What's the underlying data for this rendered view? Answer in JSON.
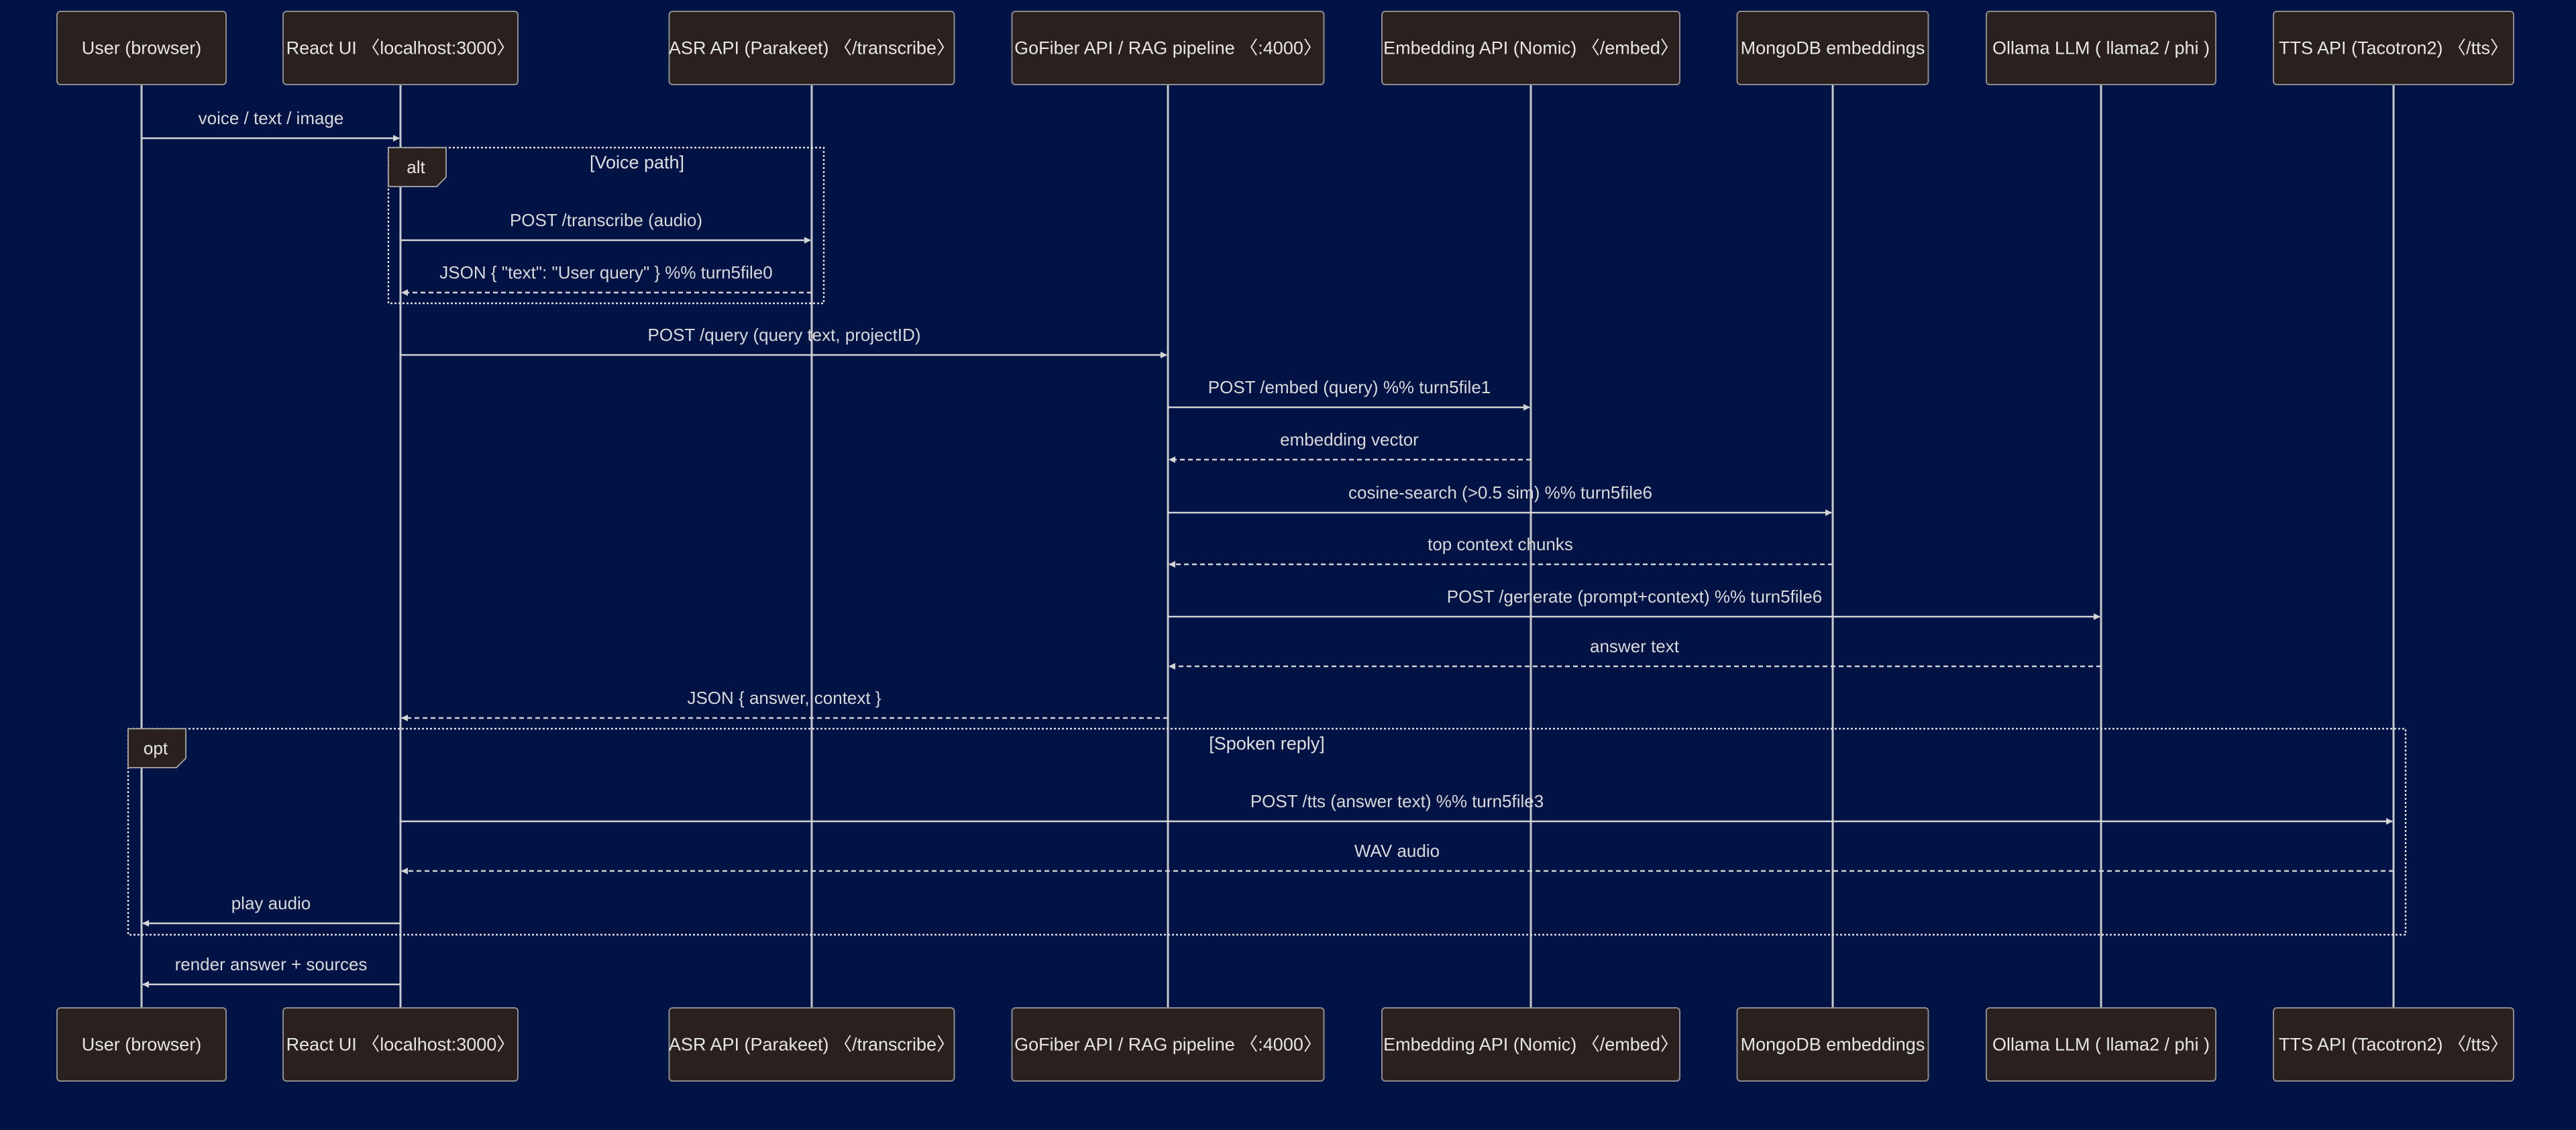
{
  "actors": [
    {
      "id": "user",
      "label": "User (browser)"
    },
    {
      "id": "react",
      "label": "React UI 〈localhost:3000〉"
    },
    {
      "id": "asr",
      "label": "ASR API (Parakeet) 〈/transcribe〉"
    },
    {
      "id": "gofiber",
      "label": "GoFiber API / RAG pipeline 〈:4000〉"
    },
    {
      "id": "embed",
      "label": "Embedding API (Nomic) 〈/embed〉"
    },
    {
      "id": "mongo",
      "label": "MongoDB embeddings"
    },
    {
      "id": "ollama",
      "label": "Ollama LLM ( llama2 / phi )"
    },
    {
      "id": "tts",
      "label": "TTS API (Tacotron2) 〈/tts〉"
    }
  ],
  "messages": [
    {
      "from": "user",
      "to": "react",
      "label": "voice / text / image",
      "style": "solid"
    },
    {
      "from": "react",
      "to": "asr",
      "label": "POST /transcribe (audio)",
      "style": "solid"
    },
    {
      "from": "asr",
      "to": "react",
      "label": "JSON { \"text\": \"User query\" } %% turn5file0",
      "style": "dashed"
    },
    {
      "from": "react",
      "to": "gofiber",
      "label": "POST /query (query text, projectID)",
      "style": "solid"
    },
    {
      "from": "gofiber",
      "to": "embed",
      "label": "POST /embed (query) %% turn5file1",
      "style": "solid"
    },
    {
      "from": "embed",
      "to": "gofiber",
      "label": "embedding vector",
      "style": "dashed"
    },
    {
      "from": "gofiber",
      "to": "mongo",
      "label": "cosine-search (>0.5 sim) %% turn5file6",
      "style": "solid"
    },
    {
      "from": "mongo",
      "to": "gofiber",
      "label": "top context chunks",
      "style": "dashed"
    },
    {
      "from": "gofiber",
      "to": "ollama",
      "label": "POST /generate (prompt+context) %% turn5file6",
      "style": "solid"
    },
    {
      "from": "ollama",
      "to": "gofiber",
      "label": "answer text",
      "style": "dashed"
    },
    {
      "from": "gofiber",
      "to": "react",
      "label": "JSON { answer, context }",
      "style": "dashed"
    },
    {
      "from": "react",
      "to": "tts",
      "label": "POST /tts (answer text) %% turn5file3",
      "style": "solid"
    },
    {
      "from": "tts",
      "to": "react",
      "label": "WAV audio",
      "style": "dashed"
    },
    {
      "from": "react",
      "to": "user",
      "label": "play audio",
      "style": "solid"
    },
    {
      "from": "react",
      "to": "user",
      "label": "render answer + sources",
      "style": "solid"
    }
  ],
  "fragments": [
    {
      "keyword": "alt",
      "condition": "[Voice path]",
      "messages": [
        1,
        2
      ]
    },
    {
      "keyword": "opt",
      "condition": "[Spoken reply]",
      "messages": [
        11,
        12,
        13
      ]
    }
  ]
}
